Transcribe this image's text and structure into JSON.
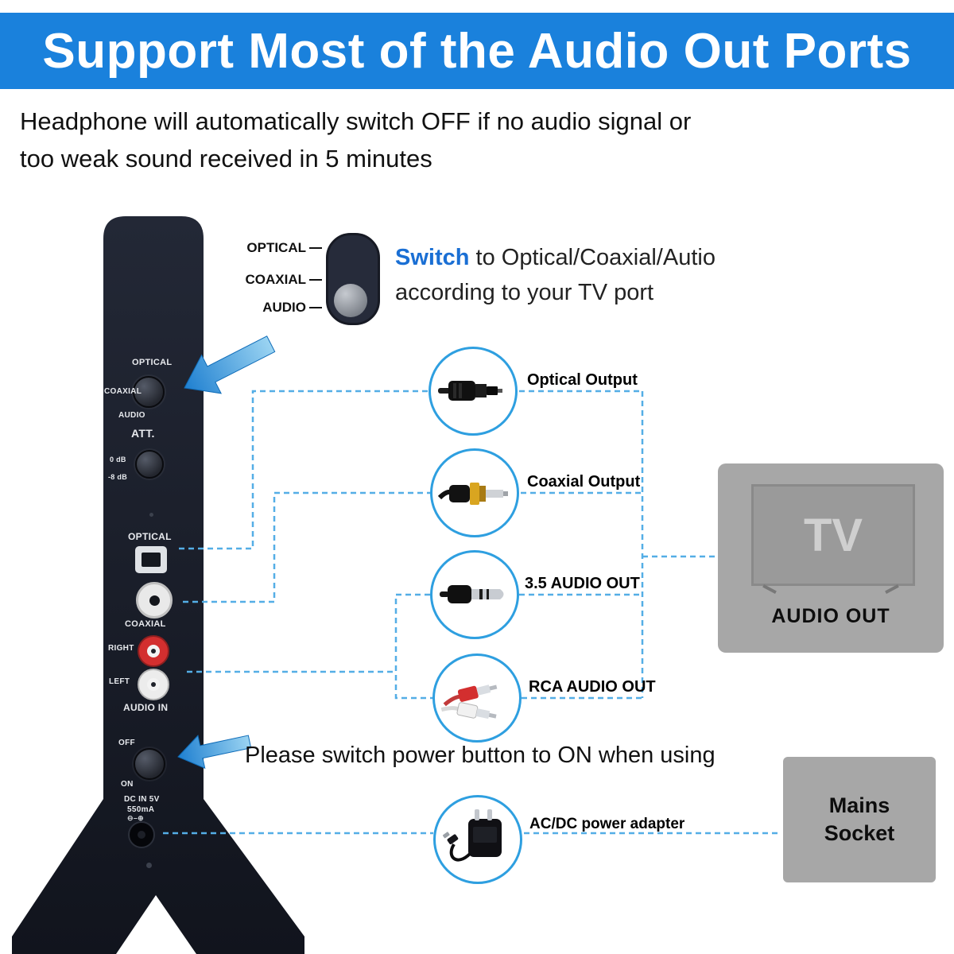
{
  "header": {
    "title": "Support Most of the Audio Out Ports"
  },
  "intro": {
    "text": "Headphone will automatically switch OFF if no audio signal or\ntoo weak sound received in 5 minutes"
  },
  "switch_callout": {
    "port_labels": [
      "OPTICAL",
      "COAXIAL",
      "AUDIO"
    ],
    "action": "Switch",
    "rest": " to Optical/Coaxial/Autio",
    "line2": "according to your TV port"
  },
  "device": {
    "switch_optical": "OPTICAL",
    "switch_coaxial": "COAXIAL",
    "switch_audio": "AUDIO",
    "att": "ATT.",
    "att_top": "0 dB",
    "att_bottom": "-8 dB",
    "optical": "OPTICAL",
    "coaxial": "COAXIAL",
    "right": "RIGHT",
    "left": "LEFT",
    "audio_in": "AUDIO IN",
    "off": "OFF",
    "on": "ON",
    "dc_line1": "DC IN 5V",
    "dc_line2": "550mA",
    "dc_polarity": "⊖–⊕"
  },
  "outputs": [
    {
      "name": "optical",
      "label": "Optical Output"
    },
    {
      "name": "coaxial",
      "label": "Coaxial Output"
    },
    {
      "name": "aux",
      "label": "3.5 AUDIO OUT"
    },
    {
      "name": "rca",
      "label": "RCA AUDIO OUT"
    }
  ],
  "power_note": "Please switch power button to ON when using",
  "adapter": {
    "label": "AC/DC power adapter"
  },
  "tv": {
    "screen": "TV",
    "caption": "AUDIO OUT"
  },
  "mains": {
    "label": "Mains\nSocket"
  },
  "colors": {
    "header_bg": "#1a81dc",
    "accent_blue": "#2e9fe0",
    "switch_text_blue": "#1a6fd4",
    "arrow_blue": "#2e9be6",
    "device_dark": "#161a26",
    "box_gray": "#a7a7a7",
    "rca_red": "#d32f2f"
  }
}
